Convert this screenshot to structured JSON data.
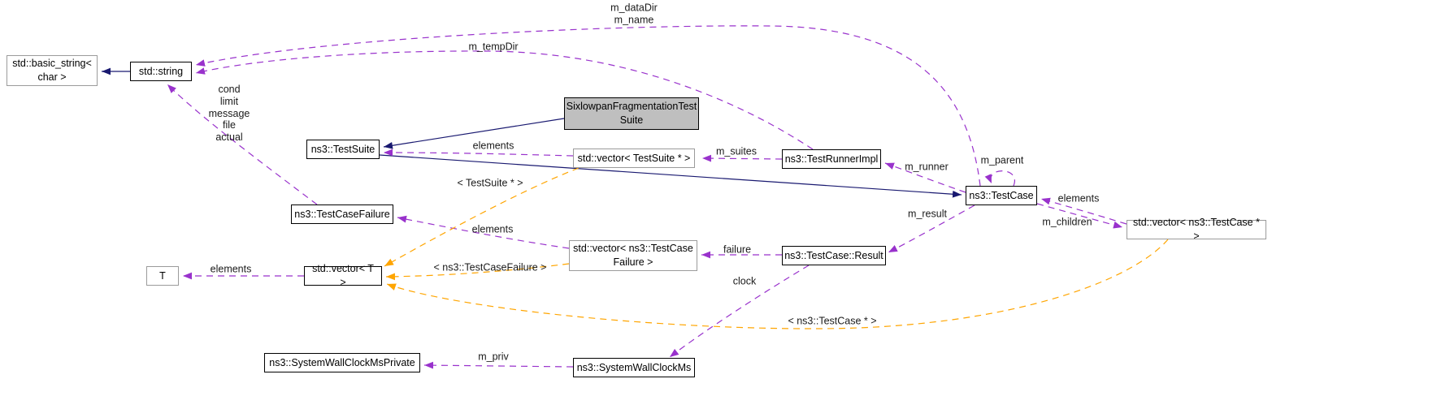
{
  "colors": {
    "inheritance": "#191970",
    "usage": "#9932cc",
    "template": "#ffa500",
    "highlight_fill": "#bfbfbf",
    "muted_border": "#9b9b9b"
  },
  "nodes": {
    "basic_string": {
      "label": "std::basic_string<\nchar >"
    },
    "string": {
      "label": "std::string"
    },
    "testsuite": {
      "label": "ns3::TestSuite"
    },
    "sixlowpan_suite": {
      "label": "SixlowpanFragmentationTest\nSuite"
    },
    "vector_testsuite": {
      "label": "std::vector< TestSuite * >"
    },
    "testrunnerimpl": {
      "label": "ns3::TestRunnerImpl"
    },
    "testcase": {
      "label": "ns3::TestCase"
    },
    "vector_testcase": {
      "label": "std::vector< ns3::TestCase * >"
    },
    "testcasefailure": {
      "label": "ns3::TestCaseFailure"
    },
    "vector_testcasefailure": {
      "label": "std::vector< ns3::TestCase\nFailure >"
    },
    "testcase_result": {
      "label": "ns3::TestCase::Result"
    },
    "t": {
      "label": "T"
    },
    "vector_t": {
      "label": "std::vector< T >"
    },
    "syswallclock_private": {
      "label": "ns3::SystemWallClockMsPrivate"
    },
    "syswallclock": {
      "label": "ns3::SystemWallClockMs"
    }
  },
  "edge_labels": {
    "m_datadir_m_name": "m_dataDir\nm_name",
    "m_tempdir": "m_tempDir",
    "failure_fields": "cond\nlimit\nmessage\nfile\nactual",
    "elements_suites": "elements",
    "m_suites": "m_suites",
    "m_runner": "m_runner",
    "m_parent": "m_parent",
    "elements_children": "elements",
    "m_children": "m_children",
    "m_result": "m_result",
    "failure": "failure",
    "elements_failures": "elements",
    "elements_t": "elements",
    "tmpl_testsuite": "< TestSuite * >",
    "tmpl_testcasefailure": "< ns3::TestCaseFailure >",
    "tmpl_testcase": "< ns3::TestCase * >",
    "m_priv": "m_priv",
    "clock": "clock"
  }
}
